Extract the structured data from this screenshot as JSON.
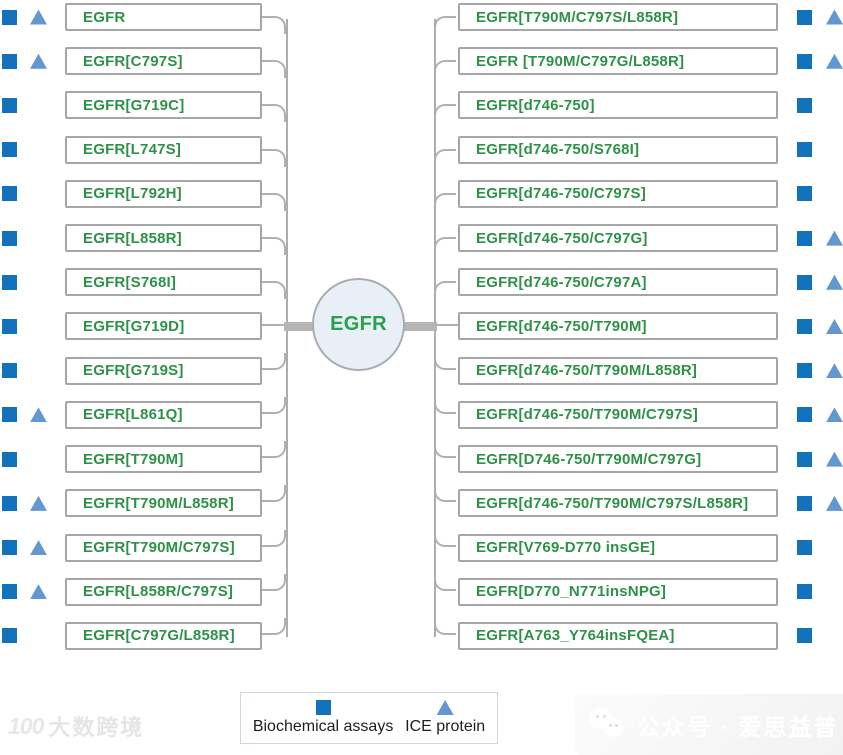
{
  "center_node": {
    "label": "EGFR"
  },
  "left_nodes": [
    {
      "label": "EGFR",
      "biochemical_assay": true,
      "ice_protein": true
    },
    {
      "label": "EGFR[C797S]",
      "biochemical_assay": true,
      "ice_protein": true
    },
    {
      "label": "EGFR[G719C]",
      "biochemical_assay": true,
      "ice_protein": false
    },
    {
      "label": "EGFR[L747S]",
      "biochemical_assay": true,
      "ice_protein": false
    },
    {
      "label": "EGFR[L792H]",
      "biochemical_assay": true,
      "ice_protein": false
    },
    {
      "label": "EGFR[L858R]",
      "biochemical_assay": true,
      "ice_protein": false
    },
    {
      "label": "EGFR[S768I]",
      "biochemical_assay": true,
      "ice_protein": false
    },
    {
      "label": "EGFR[G719D]",
      "biochemical_assay": true,
      "ice_protein": false
    },
    {
      "label": "EGFR[G719S]",
      "biochemical_assay": true,
      "ice_protein": false
    },
    {
      "label": "EGFR[L861Q]",
      "biochemical_assay": true,
      "ice_protein": true
    },
    {
      "label": "EGFR[T790M]",
      "biochemical_assay": true,
      "ice_protein": false
    },
    {
      "label": "EGFR[T790M/L858R]",
      "biochemical_assay": true,
      "ice_protein": true
    },
    {
      "label": "EGFR[T790M/C797S]",
      "biochemical_assay": true,
      "ice_protein": true
    },
    {
      "label": "EGFR[L858R/C797S]",
      "biochemical_assay": true,
      "ice_protein": true
    },
    {
      "label": "EGFR[C797G/L858R]",
      "biochemical_assay": true,
      "ice_protein": false
    }
  ],
  "right_nodes": [
    {
      "label": "EGFR[T790M/C797S/L858R]",
      "biochemical_assay": true,
      "ice_protein": true
    },
    {
      "label": "EGFR [T790M/C797G/L858R]",
      "biochemical_assay": true,
      "ice_protein": true
    },
    {
      "label": "EGFR[d746-750]",
      "biochemical_assay": true,
      "ice_protein": false
    },
    {
      "label": "EGFR[d746-750/S768I]",
      "biochemical_assay": true,
      "ice_protein": false
    },
    {
      "label": "EGFR[d746-750/C797S]",
      "biochemical_assay": true,
      "ice_protein": false
    },
    {
      "label": "EGFR[d746-750/C797G]",
      "biochemical_assay": true,
      "ice_protein": true
    },
    {
      "label": "EGFR[d746-750/C797A]",
      "biochemical_assay": true,
      "ice_protein": true
    },
    {
      "label": "EGFR[d746-750/T790M]",
      "biochemical_assay": true,
      "ice_protein": true
    },
    {
      "label": "EGFR[d746-750/T790M/L858R]",
      "biochemical_assay": true,
      "ice_protein": true
    },
    {
      "label": "EGFR[d746-750/T790M/C797S]",
      "biochemical_assay": true,
      "ice_protein": true
    },
    {
      "label": "EGFR[D746-750/T790M/C797G]",
      "biochemical_assay": true,
      "ice_protein": true
    },
    {
      "label": "EGFR[d746-750/T790M/C797S/L858R]",
      "biochemical_assay": true,
      "ice_protein": true
    },
    {
      "label": "EGFR[V769-D770 insGE]",
      "biochemical_assay": true,
      "ice_protein": false
    },
    {
      "label": "EGFR[D770_N771insNPG]",
      "biochemical_assay": true,
      "ice_protein": false
    },
    {
      "label": "EGFR[A763_Y764insFQEA]",
      "biochemical_assay": true,
      "ice_protein": false
    }
  ],
  "legend": {
    "items": [
      {
        "marker": "square",
        "icon": "biochemical-assays-icon",
        "label": "Biochemical assays"
      },
      {
        "marker": "triangle",
        "icon": "ice-protein-icon",
        "label": "ICE protein"
      }
    ]
  },
  "watermarks": {
    "bottom_left": {
      "icon": "dashu-100-logo-icon",
      "logo_glyph": "100",
      "text": "大数跨境"
    },
    "bottom_right": {
      "icon": "wechat-icon",
      "text": "公众号 · 爱思益普"
    }
  },
  "colors": {
    "assay_square": "#1273bc",
    "ice_triangle": "#6397d2",
    "node_text_green": "#2e9148",
    "center_text_green": "#27a14b",
    "box_border": "#a6a6a6",
    "connector_gray": "#b0b0b0"
  }
}
